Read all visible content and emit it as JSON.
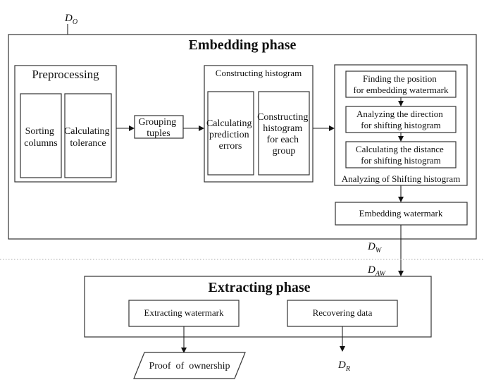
{
  "variables": {
    "original": {
      "main": "D",
      "sub": "O"
    },
    "watermarked": {
      "main": "D",
      "sub": "W"
    },
    "attacked": {
      "main": "D",
      "sub": "AW"
    },
    "recovered": {
      "main": "D",
      "sub": "R"
    }
  },
  "embedding_phase": {
    "title": "Embedding phase",
    "preprocessing": {
      "title": "Preprocessing",
      "steps": [
        {
          "lines": [
            "Sorting",
            "columns"
          ]
        },
        {
          "lines": [
            "Calculating",
            "tolerance"
          ]
        }
      ]
    },
    "grouping": {
      "lines": [
        "Grouping",
        "tuples"
      ]
    },
    "constructing_histogram": {
      "title": "Constructing histogram",
      "steps": [
        {
          "lines": [
            "Calculating",
            "prediction",
            "errors"
          ]
        },
        {
          "lines": [
            "Constructing",
            "histogram",
            "for each",
            "group"
          ]
        }
      ]
    },
    "analyzing_shifting": {
      "title": "Analyzing of Shifting histogram",
      "steps": [
        {
          "lines": [
            "Finding the position",
            "for embedding watermark"
          ]
        },
        {
          "lines": [
            "Analyzing the direction",
            "for shifting histogram"
          ]
        },
        {
          "lines": [
            "Calculating the distance",
            "for shifting histogram"
          ]
        }
      ]
    },
    "embedding_watermark": "Embedding watermark"
  },
  "extracting_phase": {
    "title": "Extracting phase",
    "extracting_watermark": "Extracting watermark",
    "recovering_data": "Recovering data",
    "proof_of_ownership": "Proof  of  ownership"
  }
}
